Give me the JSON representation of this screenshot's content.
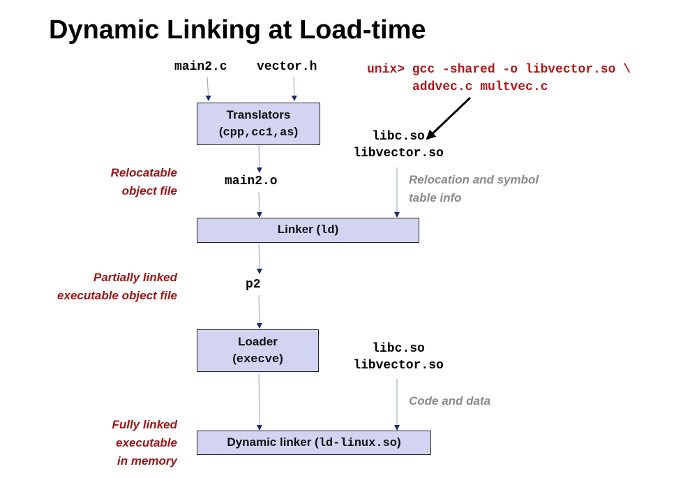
{
  "title": "Dynamic Linking at Load-time",
  "sources": {
    "main_c": "main2.c",
    "vector_h": "vector.h"
  },
  "command": {
    "line1": "unix> gcc -shared -o libvector.so \\",
    "line2": "addvec.c multvec.c"
  },
  "translators": {
    "label": "Translators",
    "open": "(",
    "cmds": "cpp,cc1,as",
    "close": ")"
  },
  "libs_top": {
    "libc": "libc.so",
    "libvector": "libvector.so"
  },
  "relocatable_label": {
    "line1": "Relocatable",
    "line2": "object file"
  },
  "main_o": "main2.o",
  "relocation_label": {
    "line1": "Relocation and symbol",
    "line2": "table info"
  },
  "linker": {
    "label": "Linker (",
    "cmd": "ld",
    "close": ")"
  },
  "partially_label": {
    "line1": "Partially linked",
    "line2": "executable object file"
  },
  "p2": "p2",
  "loader": {
    "label": "Loader",
    "open": "(",
    "cmd": "execve",
    "close": ")"
  },
  "libs_bottom": {
    "libc": "libc.so",
    "libvector": "libvector.so"
  },
  "code_data_label": "Code and data",
  "fully_label": {
    "line1": "Fully linked",
    "line2": "executable",
    "line3": "in memory"
  },
  "dynamic_linker": {
    "label": "Dynamic linker (",
    "cmd": "ld-linux.so",
    "close": ")"
  }
}
